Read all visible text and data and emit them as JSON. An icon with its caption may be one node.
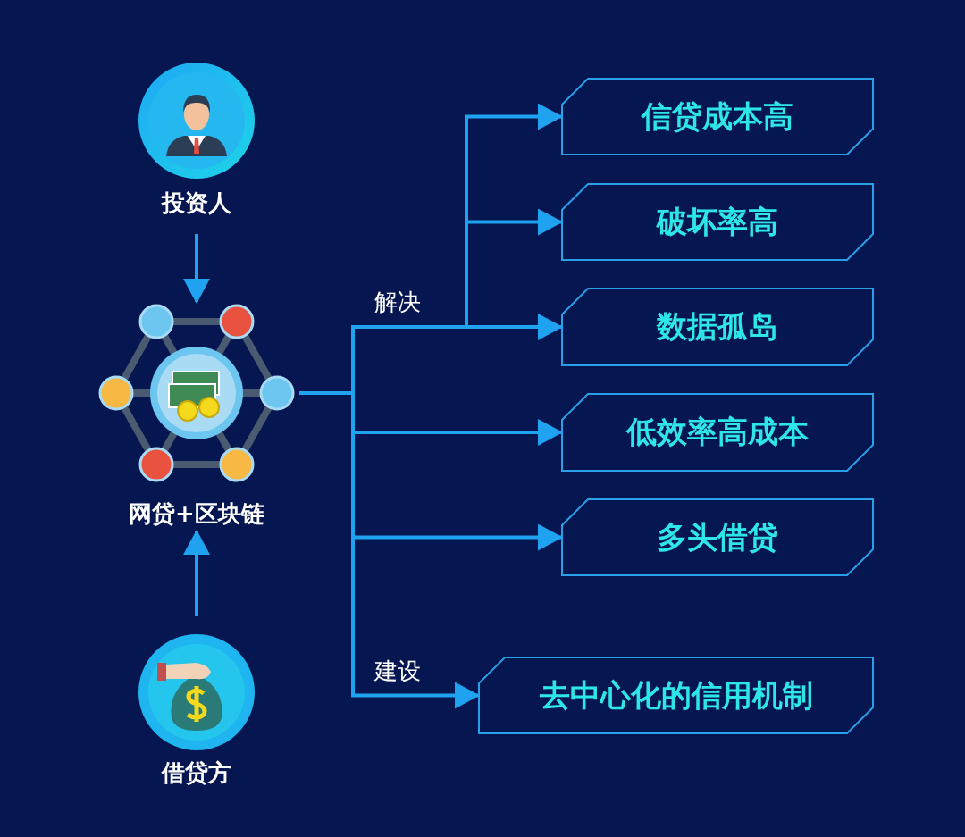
{
  "diagram": {
    "nodes": [
      {
        "text": [
          "投资人"
        ]
      },
      {
        "text": [
          "网贷+区块链"
        ]
      },
      {
        "text": [
          "借贷方"
        ]
      },
      {
        "text": [
          "信贷成本高"
        ]
      },
      {
        "text": [
          "破坏率高"
        ]
      },
      {
        "text": [
          "数据孤岛"
        ]
      },
      {
        "text": [
          "低效率高成本"
        ]
      },
      {
        "text": [
          "多头借贷"
        ]
      },
      {
        "text": [
          "去中心化的信用机制"
        ]
      }
    ],
    "edges": [
      {
        "from": 0,
        "to": 1,
        "arrow": "to"
      },
      {
        "from": 2,
        "to": 1,
        "arrow": "to"
      },
      {
        "from": 1,
        "to": 3,
        "arrow": "to"
      },
      {
        "from": 1,
        "to": 4,
        "arrow": "to"
      },
      {
        "from": 1,
        "to": 5,
        "arrow": "to",
        "label": "解决"
      },
      {
        "from": 1,
        "to": 6,
        "arrow": "to"
      },
      {
        "from": 1,
        "to": 7,
        "arrow": "to"
      },
      {
        "from": 1,
        "to": 8,
        "arrow": "to",
        "label": "建设"
      }
    ]
  }
}
